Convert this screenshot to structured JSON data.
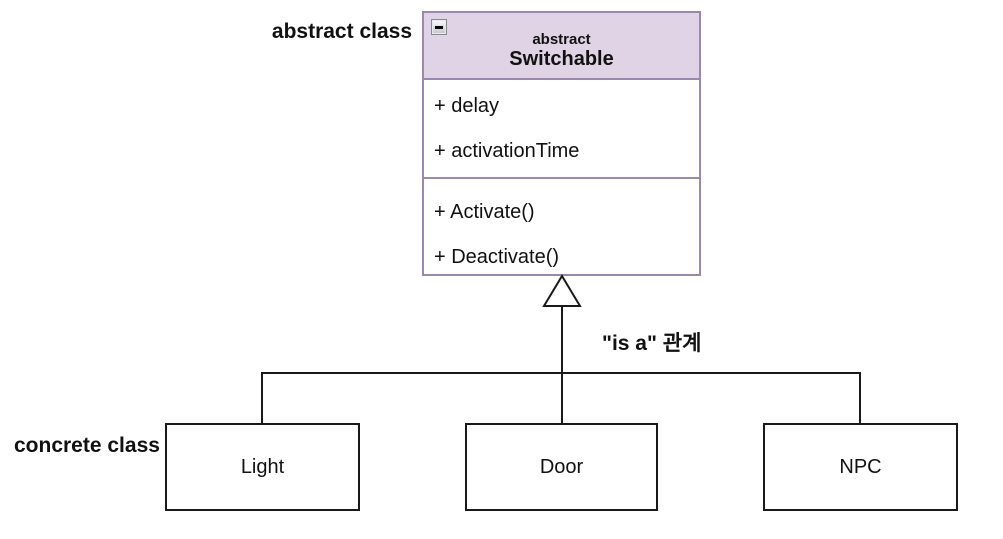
{
  "labels": {
    "abstract_class": "abstract class",
    "concrete_class": "concrete class",
    "relation": "\"is a\" 관계"
  },
  "uml_class": {
    "stereotype": "abstract",
    "name": "Switchable",
    "attributes": [
      "+ delay",
      "+ activationTime"
    ],
    "operations": [
      "+ Activate()",
      "+ Deactivate()"
    ],
    "collapse_icon": "minus"
  },
  "subclasses": [
    {
      "name": "Light"
    },
    {
      "name": "Door"
    },
    {
      "name": "NPC"
    }
  ],
  "colors": {
    "class_header_bg": "#e0d3e6",
    "class_border": "#9a88ad",
    "connector_line": "#1a1a1a",
    "text": "#111111"
  }
}
